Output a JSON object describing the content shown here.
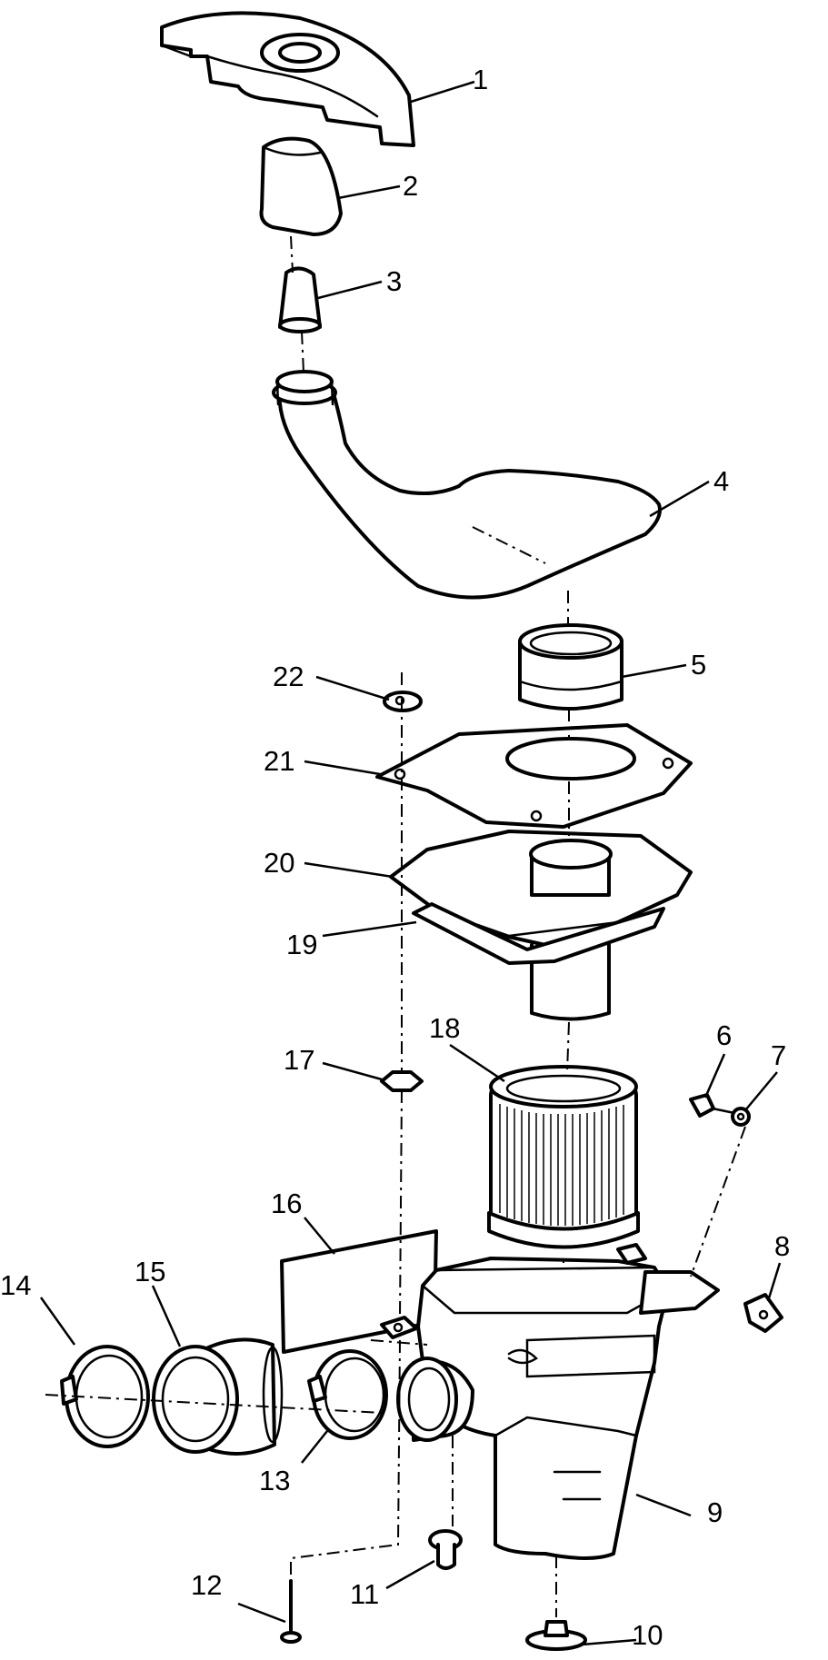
{
  "diagram": {
    "callouts": [
      {
        "id": "1",
        "label": "1"
      },
      {
        "id": "2",
        "label": "2"
      },
      {
        "id": "3",
        "label": "3"
      },
      {
        "id": "4",
        "label": "4"
      },
      {
        "id": "5",
        "label": "5"
      },
      {
        "id": "6",
        "label": "6"
      },
      {
        "id": "7",
        "label": "7"
      },
      {
        "id": "8",
        "label": "8"
      },
      {
        "id": "9",
        "label": "9"
      },
      {
        "id": "10",
        "label": "10"
      },
      {
        "id": "11",
        "label": "11"
      },
      {
        "id": "12",
        "label": "12"
      },
      {
        "id": "13",
        "label": "13"
      },
      {
        "id": "14",
        "label": "14"
      },
      {
        "id": "15",
        "label": "15"
      },
      {
        "id": "16",
        "label": "16"
      },
      {
        "id": "17",
        "label": "17"
      },
      {
        "id": "18",
        "label": "18"
      },
      {
        "id": "19",
        "label": "19"
      },
      {
        "id": "20",
        "label": "20"
      },
      {
        "id": "21",
        "label": "21"
      },
      {
        "id": "22",
        "label": "22"
      }
    ]
  }
}
